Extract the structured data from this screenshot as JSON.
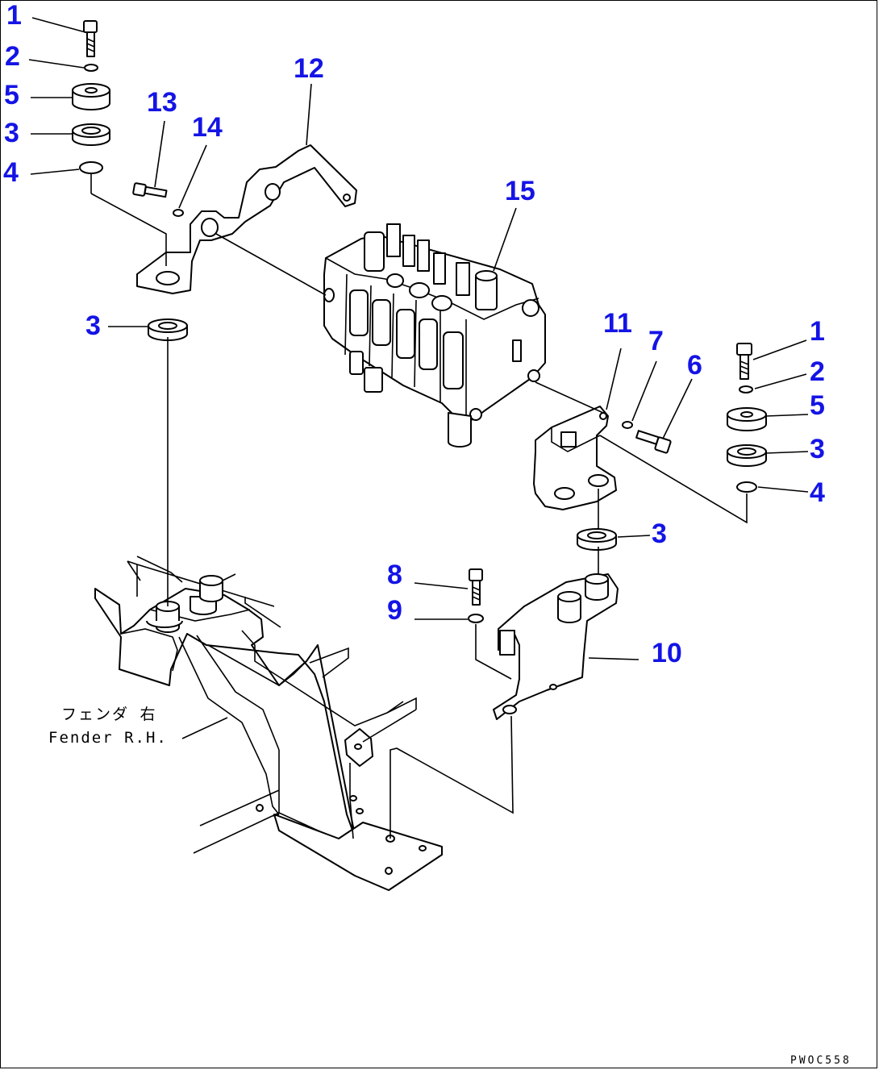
{
  "callouts": {
    "c1a": "1",
    "c2a": "2",
    "c5a": "5",
    "c3a": "3",
    "c4a": "4",
    "c13": "13",
    "c14": "14",
    "c12": "12",
    "c15": "15",
    "c3b": "3",
    "c11": "11",
    "c7": "7",
    "c6": "6",
    "c1b": "1",
    "c2b": "2",
    "c5b": "5",
    "c3c": "3",
    "c4b": "4",
    "c3d": "3",
    "c8": "8",
    "c9": "9",
    "c10": "10"
  },
  "fender_label": {
    "line1": "フェンダ 右",
    "line2": "Fender R.H."
  },
  "drawing_code": "PWOC558",
  "colors": {
    "callout": "#1414e6",
    "lines": "#000000"
  }
}
